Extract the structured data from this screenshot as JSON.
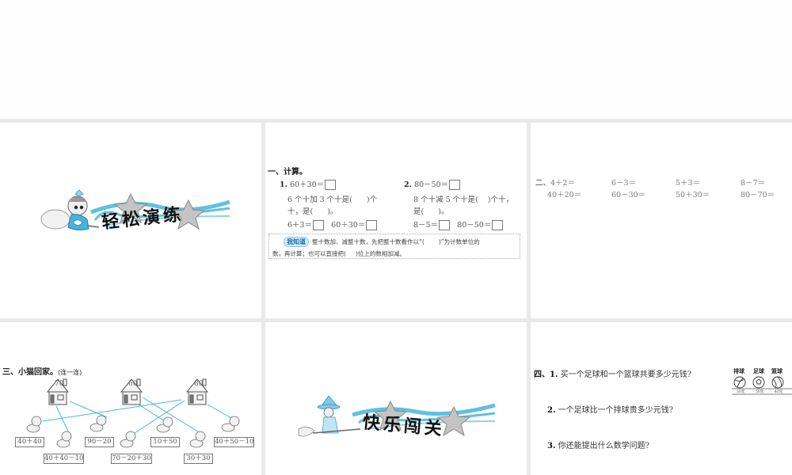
{
  "slides": {
    "banner_practice": {
      "title": "轻松演练",
      "chars": [
        "轻",
        "松",
        "演",
        "练"
      ],
      "icon": "girl-with-cat-illustration"
    },
    "section1": {
      "title": "一、计算。",
      "q1": {
        "num": "1.",
        "expr": "60＋30＝",
        "text_line1": "6 个十加 3 个十是(",
        "text_line1_end": ")个",
        "text_line2": "十，是(",
        "text_line2_end": ")。",
        "eq_a": "6＋3＝",
        "eq_b": "60＋30＝"
      },
      "q2": {
        "num": "2.",
        "expr": "80－50＝",
        "text_line1": "8 个十减 5 个十是(",
        "text_line1_end": ")个十，",
        "text_line2": "是(",
        "text_line2_end": ")。",
        "eq_a": "8－5＝",
        "eq_b": "80－50＝"
      },
      "tip": {
        "tag": "我知道",
        "line1": "整十数加、减整十数，先把整十数看作以“(",
        "line1_end": ")”为计数单位的",
        "line2": "数，再计算；也可以直接把(",
        "line2_end": ")位上的数相加减。"
      }
    },
    "section2": {
      "label": "二、",
      "row1": [
        "4＋2＝",
        "6－3＝",
        "5＋3＝",
        "8－7＝"
      ],
      "row2": [
        "40＋20＝",
        "60－30＝",
        "50＋30＝",
        "80－70＝"
      ]
    },
    "section3": {
      "title": "三、小猫回家。",
      "subtitle": "(连一连)",
      "houses": [
        "70",
        "60",
        "80"
      ],
      "cats": [
        "40＋40",
        "40＋40－10",
        "90－20",
        "70－20＋30",
        "10＋50",
        "30＋30",
        "40＋50－10"
      ],
      "line_color": "#45b8d8"
    },
    "banner_challenge": {
      "title": "快乐闯关",
      "chars": [
        "快",
        "乐",
        "闯",
        "关"
      ],
      "icon": "witch-on-broom-illustration"
    },
    "section4": {
      "label": "四、",
      "q1": {
        "num": "1.",
        "text": "买一个足球和一个篮球共要多少元钱?"
      },
      "q2": {
        "num": "2.",
        "text": "一个足球比一个排球贵多少元钱?"
      },
      "q3": {
        "num": "3.",
        "text": "你还能提出什么数学问题?"
      },
      "balls": [
        {
          "name": "排球",
          "price": "30元",
          "icon": "volleyball-icon"
        },
        {
          "name": "足球",
          "price": "50元",
          "icon": "soccer-ball-icon"
        },
        {
          "name": "篮球",
          "price": "40元",
          "icon": "basketball-icon"
        }
      ]
    }
  },
  "colors": {
    "accent_blue": "#45b8d8",
    "gap_gray": "#e9e9e9",
    "star_gray": "#b8b8b8"
  }
}
